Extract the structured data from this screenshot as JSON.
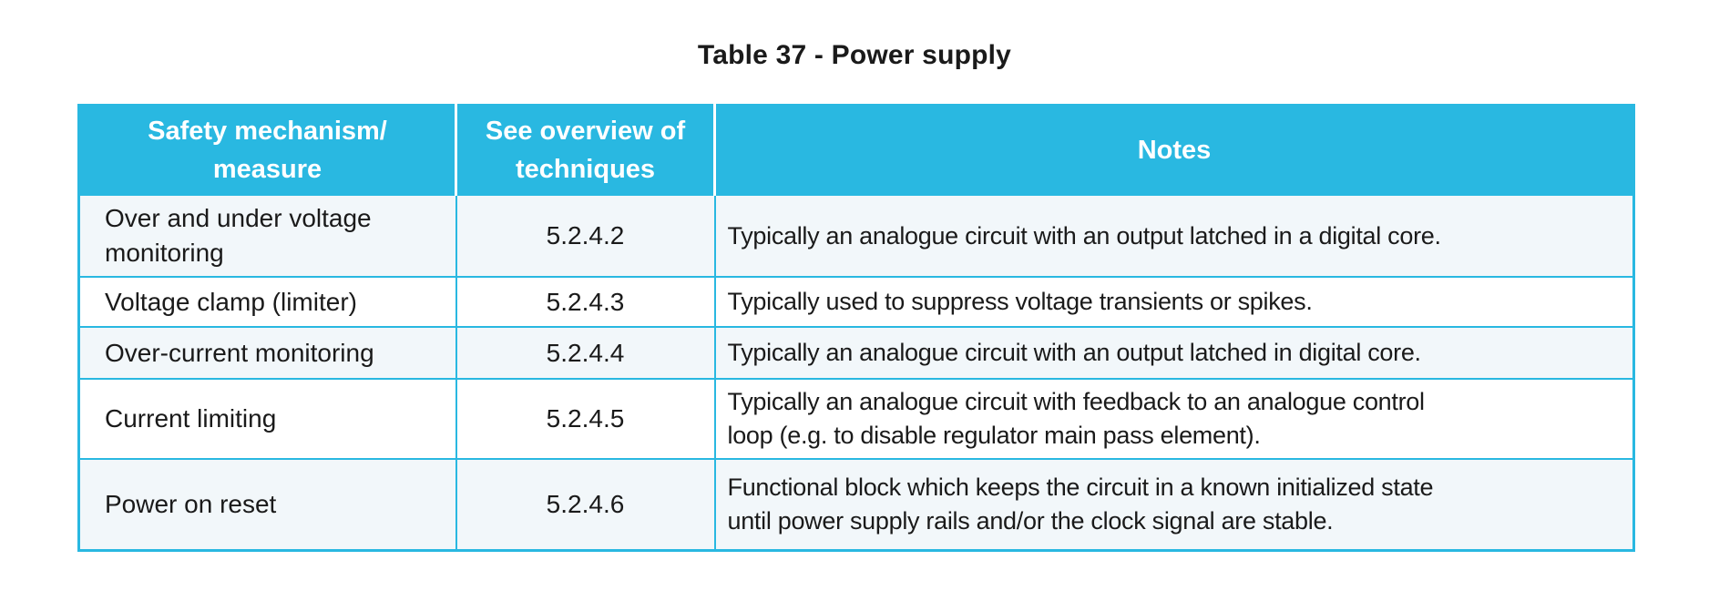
{
  "title": "Table 37 - Power supply",
  "table": {
    "headers": {
      "mechanism": "Safety mechanism/\nmeasure",
      "techniques": "See overview of\ntechniques",
      "notes": "Notes"
    },
    "rows": [
      {
        "mechanism": "Over and under voltage\nmonitoring",
        "ref": "5.2.4.2",
        "note": "Typically an analogue circuit with an output latched in a digital core."
      },
      {
        "mechanism": "Voltage clamp (limiter)",
        "ref": "5.2.4.3",
        "note": "Typically used to suppress voltage transients or spikes."
      },
      {
        "mechanism": "Over-current monitoring",
        "ref": "5.2.4.4",
        "note": "Typically an analogue circuit with an output latched in digital core."
      },
      {
        "mechanism": "Current limiting",
        "ref": "5.2.4.5",
        "note": "Typically an analogue circuit with feedback to an analogue control\nloop (e.g. to disable regulator main pass element)."
      },
      {
        "mechanism": "Power on reset",
        "ref": "5.2.4.6",
        "note": "Functional block which keeps the circuit in a known initialized state\nuntil power supply rails and/or the clock signal are stable."
      }
    ]
  },
  "colors": {
    "header_bg": "#29B8E1",
    "border": "#29B8E1",
    "row_alt_bg": "#F2F7FA",
    "header_text": "#FFFFFF",
    "body_text": "#1A1A1A"
  }
}
